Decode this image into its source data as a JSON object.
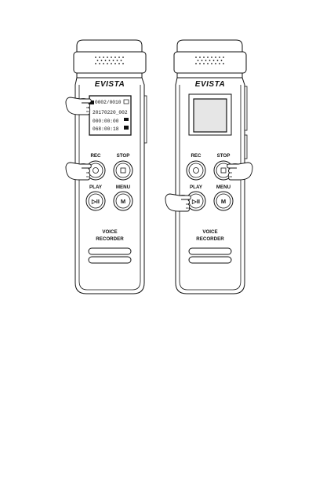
{
  "brand": "EVISTA",
  "buttons": {
    "rec": "REC",
    "stop": "STOP",
    "play": "PLAY",
    "menu": "MENU"
  },
  "play_icon": "▷II",
  "menu_icon": "M",
  "voice_label_line1": "VOICE",
  "voice_label_line2": "RECORDER",
  "screen": {
    "counter": "0002/0010",
    "filename": "20170220_002",
    "elapsed": "000:00:00",
    "remaining": "068:00:18"
  },
  "colors": {
    "outline": "#111111",
    "screen_fill": "#e6e6e6",
    "background": "#ffffff"
  },
  "icons": [
    "microphone-grille-icon",
    "record-icon",
    "stop-icon",
    "play-pause-icon",
    "menu-icon",
    "pointing-hand-icon",
    "battery-icon"
  ]
}
